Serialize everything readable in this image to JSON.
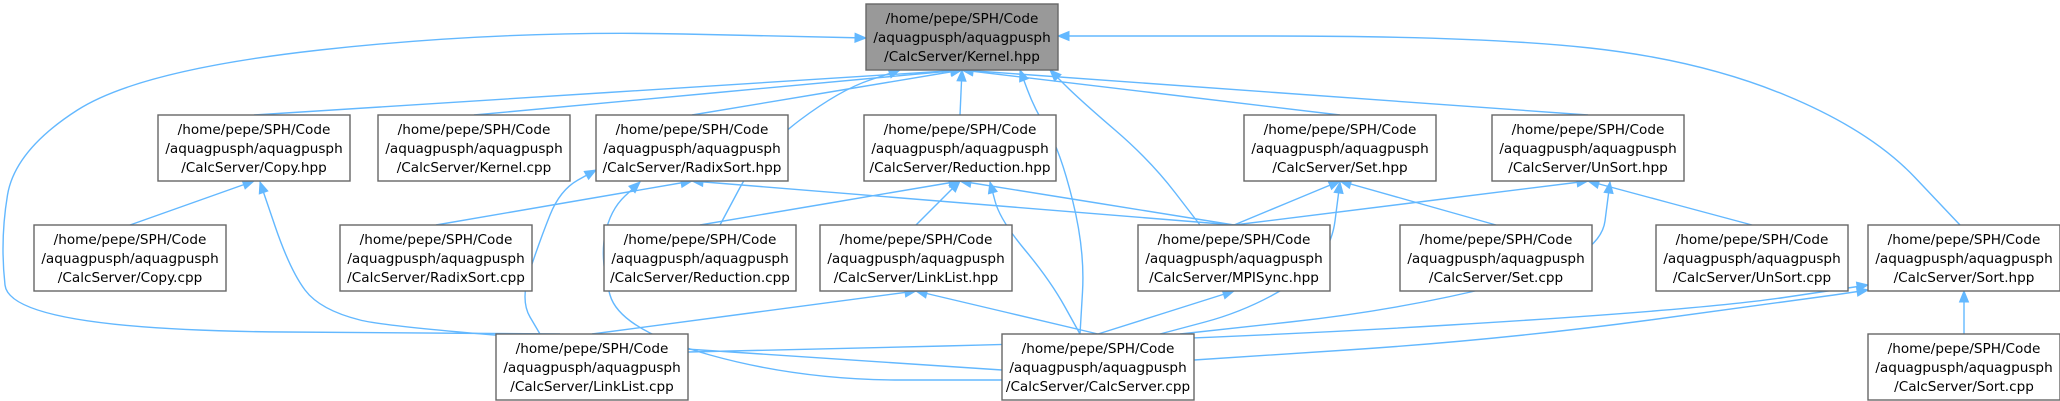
{
  "graph": {
    "nodes": [
      {
        "id": "kernel_hpp",
        "lines": [
          "/home/pepe/SPH/Code",
          "/aquagpusph/aquagpusph",
          "/CalcServer/Kernel.hpp"
        ],
        "root": true
      },
      {
        "id": "copy_hpp",
        "lines": [
          "/home/pepe/SPH/Code",
          "/aquagpusph/aquagpusph",
          "/CalcServer/Copy.hpp"
        ]
      },
      {
        "id": "kernel_cpp",
        "lines": [
          "/home/pepe/SPH/Code",
          "/aquagpusph/aquagpusph",
          "/CalcServer/Kernel.cpp"
        ]
      },
      {
        "id": "radixsort_hpp",
        "lines": [
          "/home/pepe/SPH/Code",
          "/aquagpusph/aquagpusph",
          "/CalcServer/RadixSort.hpp"
        ]
      },
      {
        "id": "reduction_hpp",
        "lines": [
          "/home/pepe/SPH/Code",
          "/aquagpusph/aquagpusph",
          "/CalcServer/Reduction.hpp"
        ]
      },
      {
        "id": "set_hpp",
        "lines": [
          "/home/pepe/SPH/Code",
          "/aquagpusph/aquagpusph",
          "/CalcServer/Set.hpp"
        ]
      },
      {
        "id": "unsort_hpp",
        "lines": [
          "/home/pepe/SPH/Code",
          "/aquagpusph/aquagpusph",
          "/CalcServer/UnSort.hpp"
        ]
      },
      {
        "id": "copy_cpp",
        "lines": [
          "/home/pepe/SPH/Code",
          "/aquagpusph/aquagpusph",
          "/CalcServer/Copy.cpp"
        ]
      },
      {
        "id": "radixsort_cpp",
        "lines": [
          "/home/pepe/SPH/Code",
          "/aquagpusph/aquagpusph",
          "/CalcServer/RadixSort.cpp"
        ]
      },
      {
        "id": "reduction_cpp",
        "lines": [
          "/home/pepe/SPH/Code",
          "/aquagpusph/aquagpusph",
          "/CalcServer/Reduction.cpp"
        ]
      },
      {
        "id": "linklist_hpp",
        "lines": [
          "/home/pepe/SPH/Code",
          "/aquagpusph/aquagpusph",
          "/CalcServer/LinkList.hpp"
        ]
      },
      {
        "id": "mpisync_hpp",
        "lines": [
          "/home/pepe/SPH/Code",
          "/aquagpusph/aquagpusph",
          "/CalcServer/MPISync.hpp"
        ]
      },
      {
        "id": "set_cpp",
        "lines": [
          "/home/pepe/SPH/Code",
          "/aquagpusph/aquagpusph",
          "/CalcServer/Set.cpp"
        ]
      },
      {
        "id": "unsort_cpp",
        "lines": [
          "/home/pepe/SPH/Code",
          "/aquagpusph/aquagpusph",
          "/CalcServer/UnSort.cpp"
        ]
      },
      {
        "id": "sort_hpp",
        "lines": [
          "/home/pepe/SPH/Code",
          "/aquagpusph/aquagpusph",
          "/CalcServer/Sort.hpp"
        ]
      },
      {
        "id": "linklist_cpp",
        "lines": [
          "/home/pepe/SPH/Code",
          "/aquagpusph/aquagpusph",
          "/CalcServer/LinkList.cpp"
        ]
      },
      {
        "id": "calcserver_cpp",
        "lines": [
          "/home/pepe/SPH/Code",
          "/aquagpusph/aquagpusph",
          "/CalcServer/CalcServer.cpp"
        ]
      },
      {
        "id": "sort_cpp",
        "lines": [
          "/home/pepe/SPH/Code",
          "/aquagpusph/aquagpusph",
          "/CalcServer/Sort.cpp"
        ]
      }
    ],
    "edges": [
      {
        "from": "copy_hpp",
        "to": "kernel_hpp"
      },
      {
        "from": "kernel_cpp",
        "to": "kernel_hpp"
      },
      {
        "from": "radixsort_hpp",
        "to": "kernel_hpp"
      },
      {
        "from": "reduction_hpp",
        "to": "kernel_hpp"
      },
      {
        "from": "set_hpp",
        "to": "kernel_hpp"
      },
      {
        "from": "unsort_hpp",
        "to": "kernel_hpp"
      },
      {
        "from": "sort_hpp",
        "to": "kernel_hpp"
      },
      {
        "from": "reduction_cpp",
        "to": "kernel_hpp"
      },
      {
        "from": "mpisync_hpp",
        "to": "kernel_hpp"
      },
      {
        "from": "calcserver_cpp",
        "to": "kernel_hpp"
      },
      {
        "from": "linklist_cpp",
        "to": "kernel_hpp"
      },
      {
        "from": "copy_cpp",
        "to": "copy_hpp"
      },
      {
        "from": "calcserver_cpp",
        "to": "copy_hpp"
      },
      {
        "from": "radixsort_cpp",
        "to": "radixsort_hpp"
      },
      {
        "from": "mpisync_hpp",
        "to": "radixsort_hpp"
      },
      {
        "from": "linklist_cpp",
        "to": "radixsort_hpp"
      },
      {
        "from": "calcserver_cpp",
        "to": "radixsort_hpp"
      },
      {
        "from": "reduction_cpp",
        "to": "reduction_hpp"
      },
      {
        "from": "linklist_hpp",
        "to": "reduction_hpp"
      },
      {
        "from": "mpisync_hpp",
        "to": "reduction_hpp"
      },
      {
        "from": "calcserver_cpp",
        "to": "reduction_hpp"
      },
      {
        "from": "mpisync_hpp",
        "to": "set_hpp"
      },
      {
        "from": "set_cpp",
        "to": "set_hpp"
      },
      {
        "from": "calcserver_cpp",
        "to": "set_hpp"
      },
      {
        "from": "mpisync_hpp",
        "to": "unsort_hpp"
      },
      {
        "from": "unsort_cpp",
        "to": "unsort_hpp"
      },
      {
        "from": "calcserver_cpp",
        "to": "unsort_hpp"
      },
      {
        "from": "linklist_cpp",
        "to": "linklist_hpp"
      },
      {
        "from": "calcserver_cpp",
        "to": "linklist_hpp"
      },
      {
        "from": "calcserver_cpp",
        "to": "mpisync_hpp"
      },
      {
        "from": "sort_cpp",
        "to": "sort_hpp"
      },
      {
        "from": "linklist_cpp",
        "to": "sort_hpp"
      },
      {
        "from": "calcserver_cpp",
        "to": "sort_hpp"
      }
    ]
  }
}
